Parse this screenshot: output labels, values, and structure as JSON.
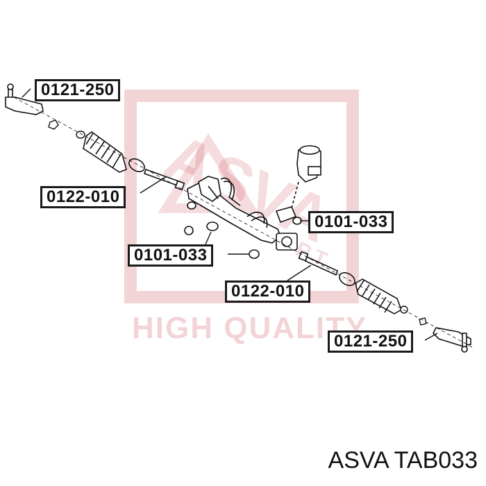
{
  "watermark": {
    "logo_text": "ASVA",
    "sub_text": "SPORT",
    "tagline": "HIGH QUALITY",
    "color": "#c83c46"
  },
  "callouts": [
    {
      "id": "tie-rod-end-left",
      "label": "0121-250"
    },
    {
      "id": "tie-rod-left",
      "label": "0122-010"
    },
    {
      "id": "bushing-right",
      "label": "0101-033"
    },
    {
      "id": "bushing-left",
      "label": "0101-033"
    },
    {
      "id": "tie-rod-right",
      "label": "0122-010"
    },
    {
      "id": "tie-rod-end-right",
      "label": "0121-250"
    }
  ],
  "caption": "ASVA TAB033"
}
